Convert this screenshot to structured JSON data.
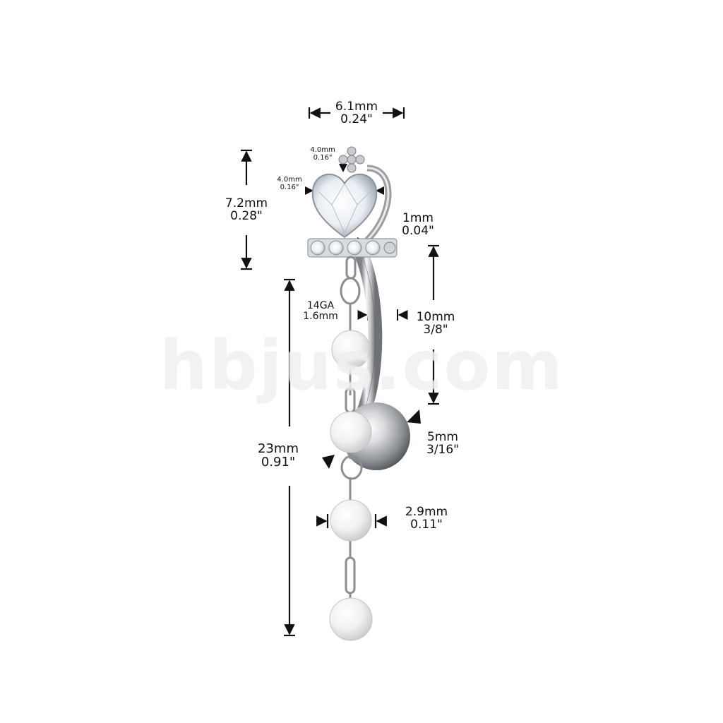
{
  "watermark": "hbjus.com",
  "colors": {
    "ink": "#111111",
    "pearl": "#f2f2f2",
    "steel": "#b9bcc0"
  },
  "dimensions": {
    "top_width": {
      "mm": "6.1mm",
      "inch": "0.24\""
    },
    "stone_width": {
      "mm": "4.0mm",
      "inch": "0.16\""
    },
    "stone_height": {
      "mm": "4.0mm",
      "inch": "0.16\""
    },
    "top_height": {
      "mm": "7.2mm",
      "inch": "0.28\""
    },
    "bar_offset": {
      "mm": "1mm",
      "inch": "0.04\""
    },
    "gauge": {
      "ga": "14GA",
      "mm": "1.6mm"
    },
    "bar_length": {
      "mm": "10mm",
      "inch": "3/8\""
    },
    "ball_size": {
      "mm": "5mm",
      "inch": "3/16\""
    },
    "total_length": {
      "mm": "23mm",
      "inch": "0.91\""
    },
    "pearl_size": {
      "mm": "2.9mm",
      "inch": "0.11\""
    }
  }
}
